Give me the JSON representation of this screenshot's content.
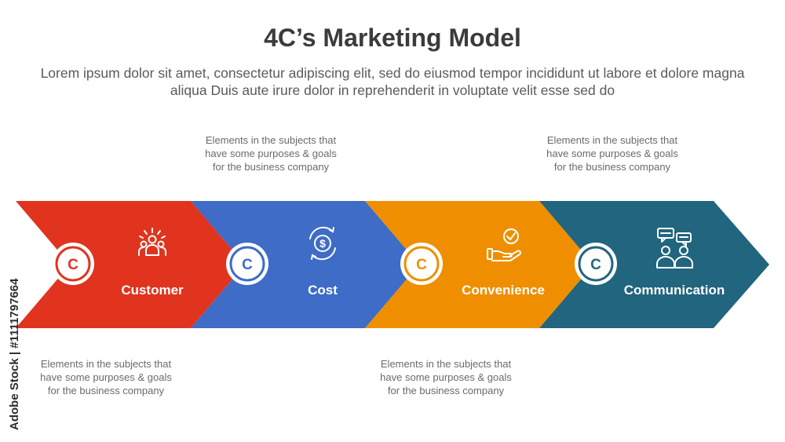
{
  "title": "4C’s Marketing Model",
  "subtitle": "Lorem ipsum dolor sit amet, consectetur adipiscing elit, sed do eiusmod tempor incididunt ut labore et dolore magna aliqua Duis aute irure dolor in reprehenderit in voluptate velit esse sed do",
  "stages": [
    {
      "label": "Customer",
      "letter": "C",
      "color": "#e0341f",
      "icon": "group-icon"
    },
    {
      "label": "Cost",
      "letter": "C",
      "color": "#3e6cc6",
      "icon": "dollar-cycle-icon"
    },
    {
      "label": "Convenience",
      "letter": "C",
      "color": "#ef8f00",
      "icon": "hand-check-icon"
    },
    {
      "label": "Communication",
      "letter": "C",
      "color": "#22657e",
      "icon": "chat-people-icon"
    }
  ],
  "notes": [
    {
      "text": "Elements in the subjects that\nhave  some purposes & goals\nfor the  business company"
    },
    {
      "text": "Elements in the subjects that\nhave  some purposes & goals\nfor the  business company"
    },
    {
      "text": "Elements in the subjects that\nhave  some purposes & goals\nfor the  business company"
    },
    {
      "text": "Elements in the subjects that\nhave  some purposes & goals\nfor the  business company"
    }
  ],
  "watermark": "Adobe Stock | #1111797664"
}
